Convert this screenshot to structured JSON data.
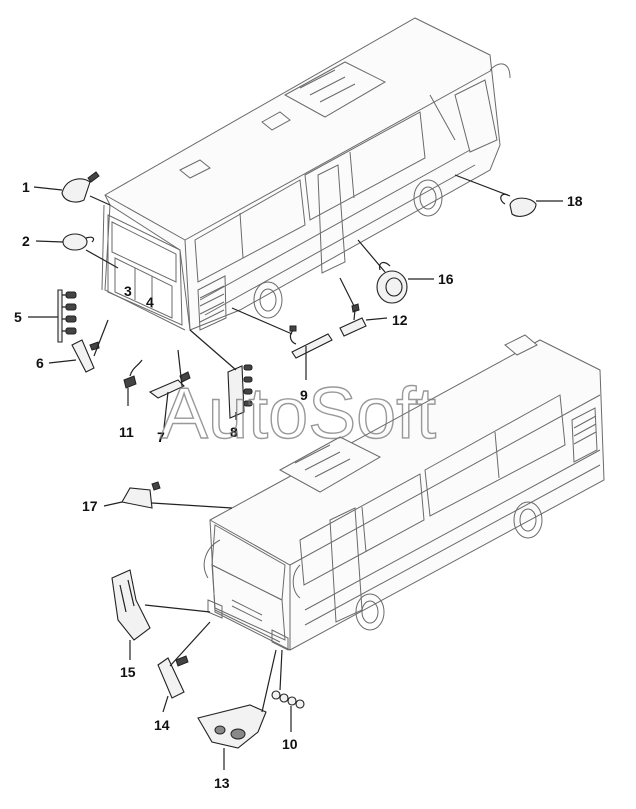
{
  "watermark": "AutoSoft",
  "callouts": [
    {
      "id": "1",
      "text": "1"
    },
    {
      "id": "2",
      "text": "2"
    },
    {
      "id": "3",
      "text": "3"
    },
    {
      "id": "4",
      "text": "4"
    },
    {
      "id": "5",
      "text": "5"
    },
    {
      "id": "6",
      "text": "6"
    },
    {
      "id": "7",
      "text": "7"
    },
    {
      "id": "8",
      "text": "8"
    },
    {
      "id": "9",
      "text": "9"
    },
    {
      "id": "10",
      "text": "10"
    },
    {
      "id": "11",
      "text": "11"
    },
    {
      "id": "12",
      "text": "12"
    },
    {
      "id": "13",
      "text": "13"
    },
    {
      "id": "14",
      "text": "14"
    },
    {
      "id": "15",
      "text": "15"
    },
    {
      "id": "16",
      "text": "16"
    },
    {
      "id": "17",
      "text": "17"
    },
    {
      "id": "18",
      "text": "18"
    }
  ]
}
